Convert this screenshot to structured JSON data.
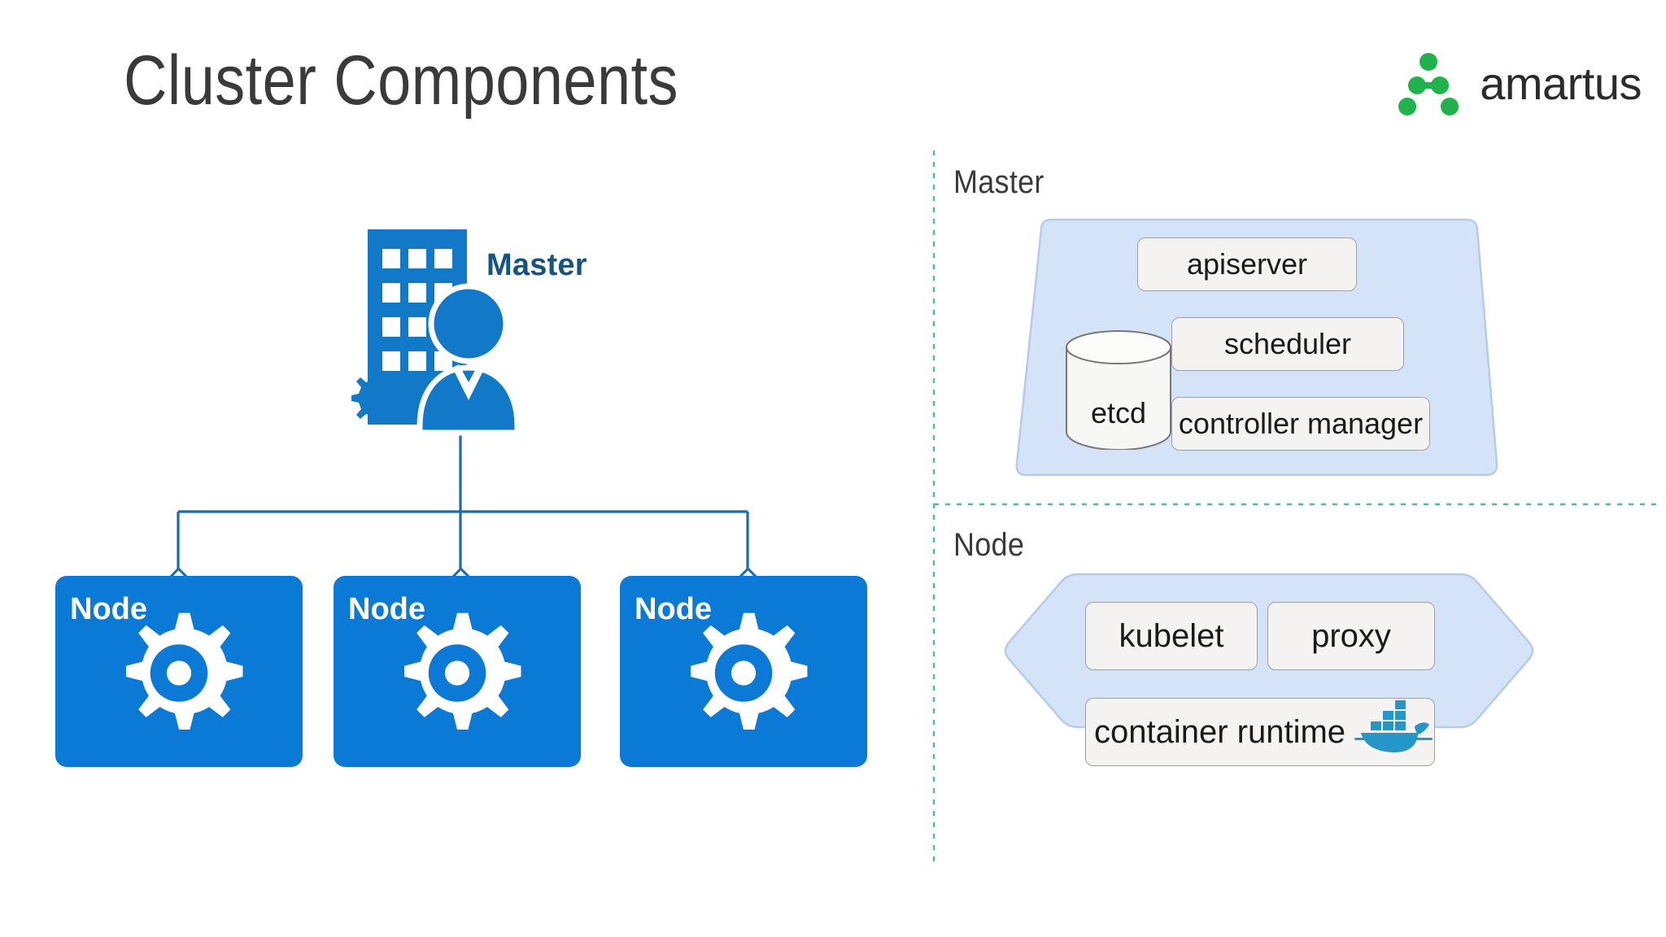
{
  "page": {
    "title": "Cluster Components",
    "background": "#ffffff"
  },
  "brand": {
    "name": "amartus",
    "logo_icon": "amartus-dots-logo",
    "dot_color": "#21b24b",
    "word_color": "#2b2b2b"
  },
  "colors": {
    "node_blue": "#0b7ad6",
    "master_icon_blue": "#1279c9",
    "master_label_blue": "#17537f",
    "connector_line": "#1b6bb0",
    "panel_fill": "#d4e3f7",
    "panel_stroke": "#b6cbe8",
    "component_box_fill": "#f4f3f1",
    "component_box_stroke": "#9aa0a6",
    "divider_dashed": "#56b894",
    "title_text": "#3a3a3a",
    "docker_blue": "#2496c8"
  },
  "left_diagram": {
    "master": {
      "label": "Master",
      "icon": "office-building-with-gear-and-person-icon"
    },
    "nodes": [
      {
        "label": "Node",
        "icon": "gear-icon"
      },
      {
        "label": "Node",
        "icon": "gear-icon"
      },
      {
        "label": "Node",
        "icon": "gear-icon"
      }
    ],
    "connector_marker": "diamond"
  },
  "right_panel": {
    "sections": [
      {
        "title": "Master",
        "shape": "trapezoid",
        "storage": {
          "label": "etcd",
          "icon": "cylinder-database-icon"
        },
        "components": [
          {
            "label": "apiserver"
          },
          {
            "label": "scheduler"
          },
          {
            "label": "controller manager"
          }
        ]
      },
      {
        "title": "Node",
        "shape": "hexagon",
        "components": [
          {
            "label": "kubelet"
          },
          {
            "label": "proxy"
          },
          {
            "label": "container runtime",
            "icon": "docker-whale-icon"
          }
        ]
      }
    ],
    "dividers": {
      "vertical": "dashed",
      "horizontal": "dashed"
    }
  }
}
